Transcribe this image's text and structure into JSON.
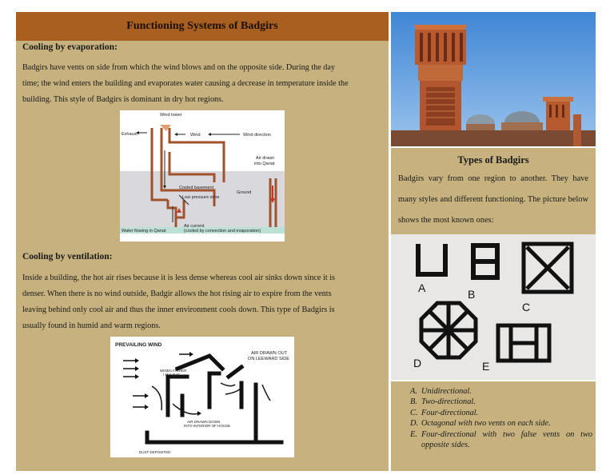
{
  "page": {
    "title": "Functioning Systems of Badgirs"
  },
  "cooling_evaporation": {
    "heading": "Cooling by evaporation:",
    "lines": [
      "Badgirs have vents on side from which the wind blows and on the opposite side. During the day",
      "time; the wind enters the building and evaporates water causing a decrease in temperature inside the",
      "building. This style of Badgirs is dominant in dry hot regions."
    ],
    "diagram_labels": {
      "wind_tower": "Wind tower",
      "exhaust": "Exhaust",
      "wind": "Wind",
      "wind_direction": "Wind direction",
      "air_drawn_1": "Air drawn",
      "air_drawn_2": "into Qanat",
      "cooled_basement": "Cooled basement",
      "low_pressure": "Low pressure zone",
      "ground": "Ground",
      "air_current_1": "Air current",
      "air_current_2": "(cooled by convection and evaporation)",
      "water": "Water flowing in Qanat"
    }
  },
  "cooling_ventilation": {
    "heading": "Cooling by ventilation:",
    "lines": [
      "Inside a building, the hot air rises because it is less dense whereas cool air sinks down since it is",
      "denser. When there is no wind outside, Badgir allows the hot rising air to expire from the vents",
      "leaving behind only cool air and thus the inner environment cools down. This type of Badgirs is",
      "usually found in humid and warm regions."
    ],
    "diagram_labels": {
      "prevailing_wind": "PREVAILING WIND",
      "air_out_1": "AIR DRAWN OUT",
      "air_out_2": "ON LEEWARD SIDE",
      "windcatcher_1": "WINDCATCHER",
      "windcatcher_2": "/ MALQAF",
      "air_down_1": "AIR DRAWN DOWN",
      "air_down_2": "INTO INTERIOR OF HOUSE",
      "dust": "DUST DEPOSITED",
      "small": "DUST DEPOSITED"
    }
  },
  "types": {
    "title": "Types of Badgirs",
    "text": "Badgirs vary from one region to another. They have many styles and different functioning. The picture below shows the most known ones:",
    "figure_letters": [
      "A",
      "B",
      "C",
      "D",
      "E"
    ],
    "list": [
      {
        "letter": "A.",
        "text": "Unidirectional."
      },
      {
        "letter": "B.",
        "text": "Two-directional."
      },
      {
        "letter": "C.",
        "text": "Four-directional."
      },
      {
        "letter": "D.",
        "text": "Octagonal with two vents on each side."
      },
      {
        "letter": "E.",
        "text": "Four-directional with two false vents on two opposite sides."
      }
    ]
  },
  "colors": {
    "panel": "#c7b27f",
    "title_bar": "#a85f1f",
    "tower_brick": "#b45a32",
    "sky": "#4a90d9"
  }
}
